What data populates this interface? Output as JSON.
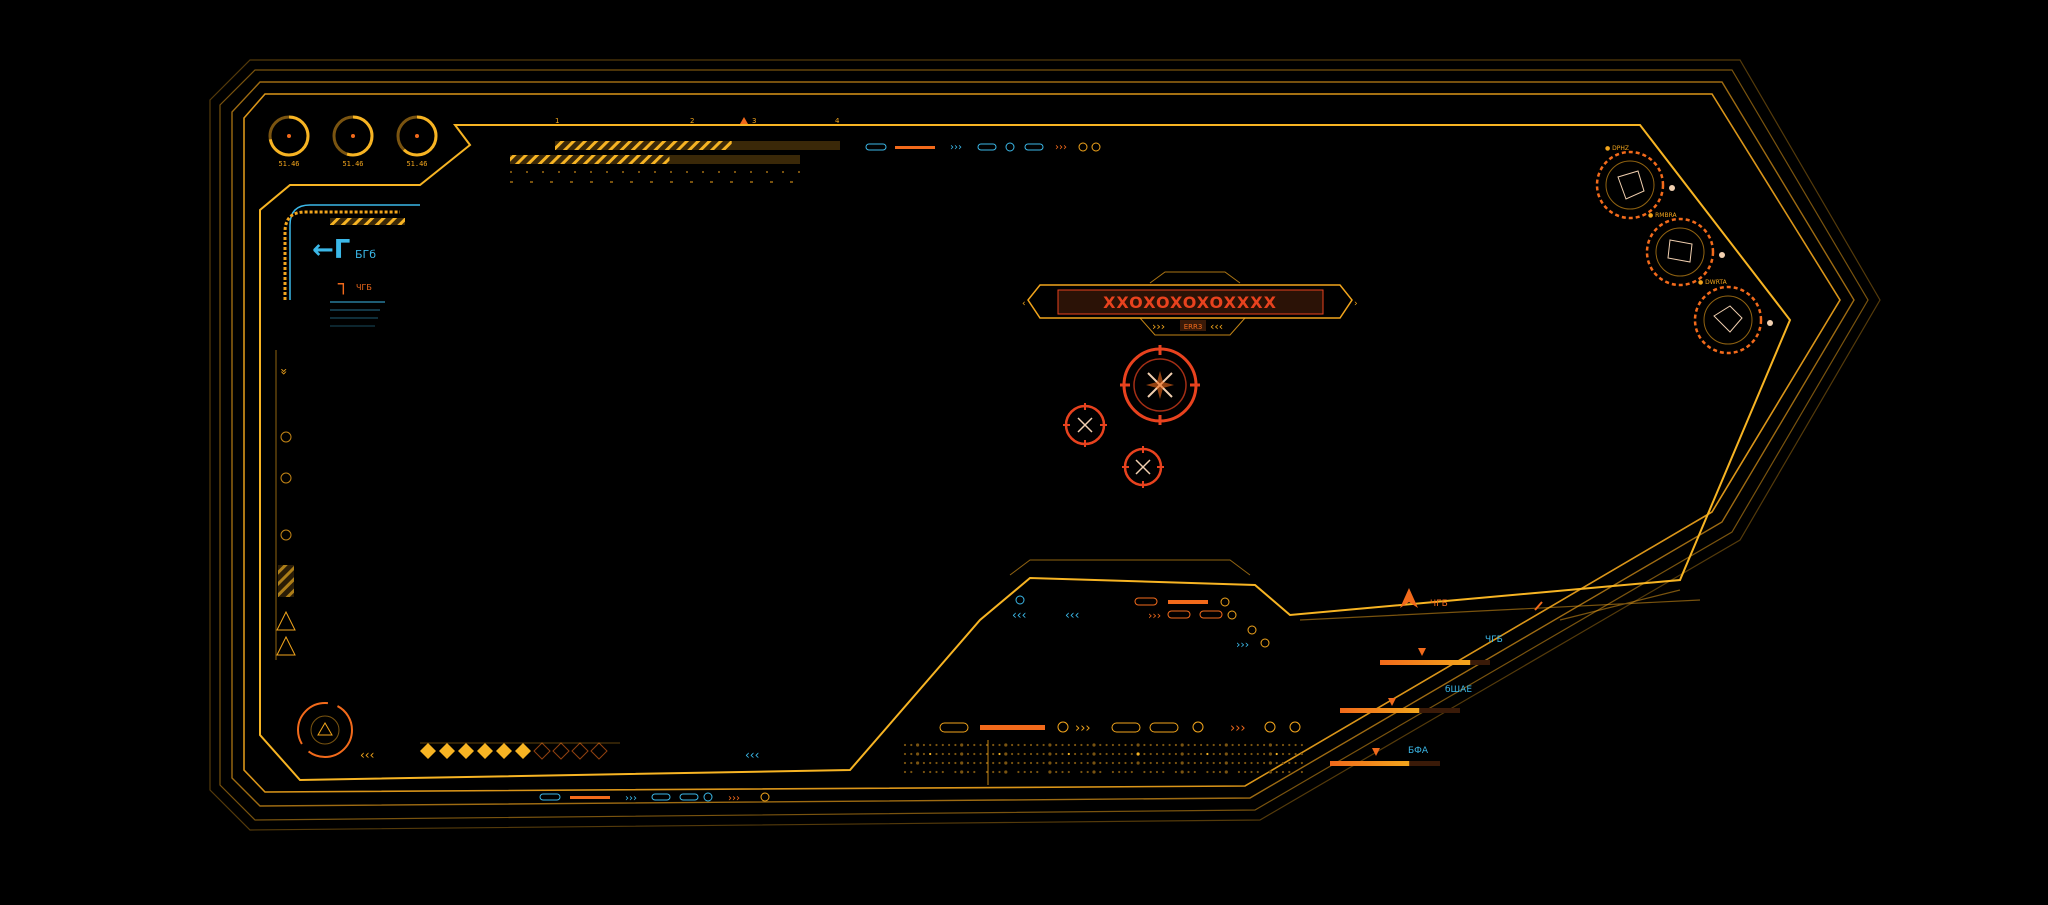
{
  "colors": {
    "gold": "#f2a51c",
    "amber": "#f7b423",
    "orange": "#f26a1b",
    "red": "#e8421e",
    "cyan": "#3bb8e8",
    "dim_gold": "#7a5410",
    "background": "#000000"
  },
  "hud": {
    "gauges": [
      {
        "label": "51.46",
        "level": 0.72
      },
      {
        "label": "51.46",
        "level": 0.55
      },
      {
        "label": "51.46",
        "level": 0.62
      }
    ],
    "top_ruler_marks": [
      "1",
      "2",
      "3",
      "4"
    ],
    "top_ruler_values": [
      0.62,
      0.55
    ],
    "left_panel": {
      "primary_glyph": "←Γ",
      "primary_label": "БГб",
      "secondary_glyph": "┐",
      "secondary_label": "ЧГБ"
    },
    "center_banner": {
      "pattern": "XXOXOXOXOXXXX",
      "sub_label": "ERR3"
    },
    "radar_panels": [
      {
        "label": "● DPHZ"
      },
      {
        "label": "● RMBRA"
      },
      {
        "label": "● DWRTA"
      }
    ],
    "right_status": {
      "alert_label": "ЧГБ",
      "rows": [
        {
          "label": "ЧГБ",
          "level": 0.82
        },
        {
          "label": "бШАЕ",
          "level": 0.66
        },
        {
          "label": "БФА",
          "level": 0.72
        }
      ]
    },
    "bottom_diamonds": {
      "filled": 6,
      "total": 10
    },
    "icons": [
      "hexagon-frame-icon",
      "target-reticle-icon",
      "radar-icon",
      "warning-triangle-icon",
      "chevron-left-icon",
      "chevron-right-icon",
      "gauge-icon"
    ]
  }
}
